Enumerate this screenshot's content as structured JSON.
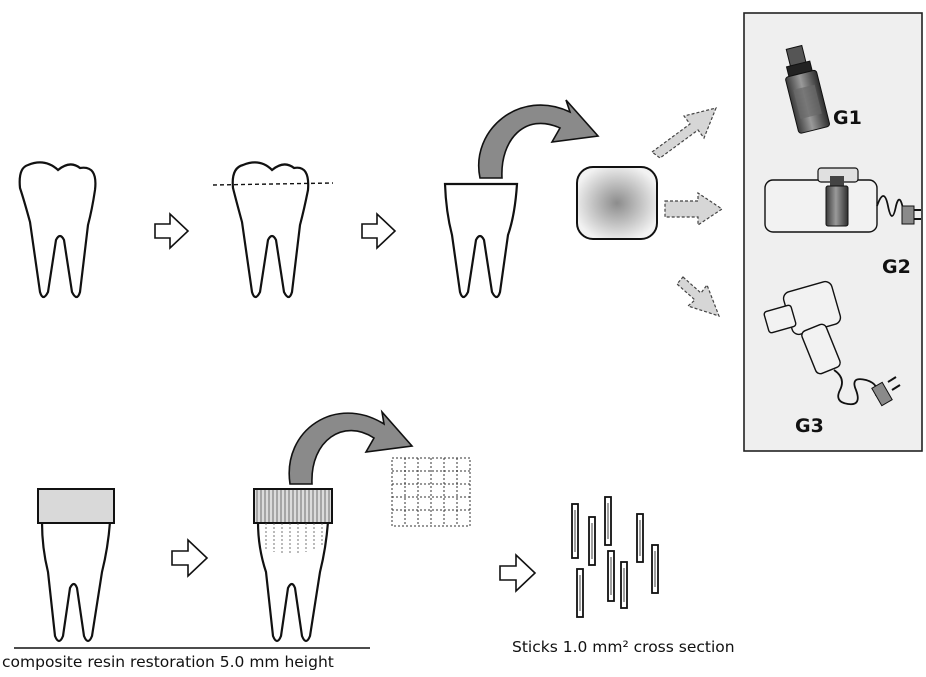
{
  "groups": {
    "g1": "G1",
    "g2": "G2",
    "g3": "G3"
  },
  "captions": {
    "restoration": "composite resin restoration 5.0 mm height",
    "sticks": "Sticks 1.0 mm² cross section"
  },
  "colors": {
    "outline": "#111111",
    "arrow_fill": "#8a8a8a",
    "dashed_arrow_fill": "#d6d6d6",
    "panel_fill": "#efefef",
    "resin_fill": "#d9d9d9"
  }
}
